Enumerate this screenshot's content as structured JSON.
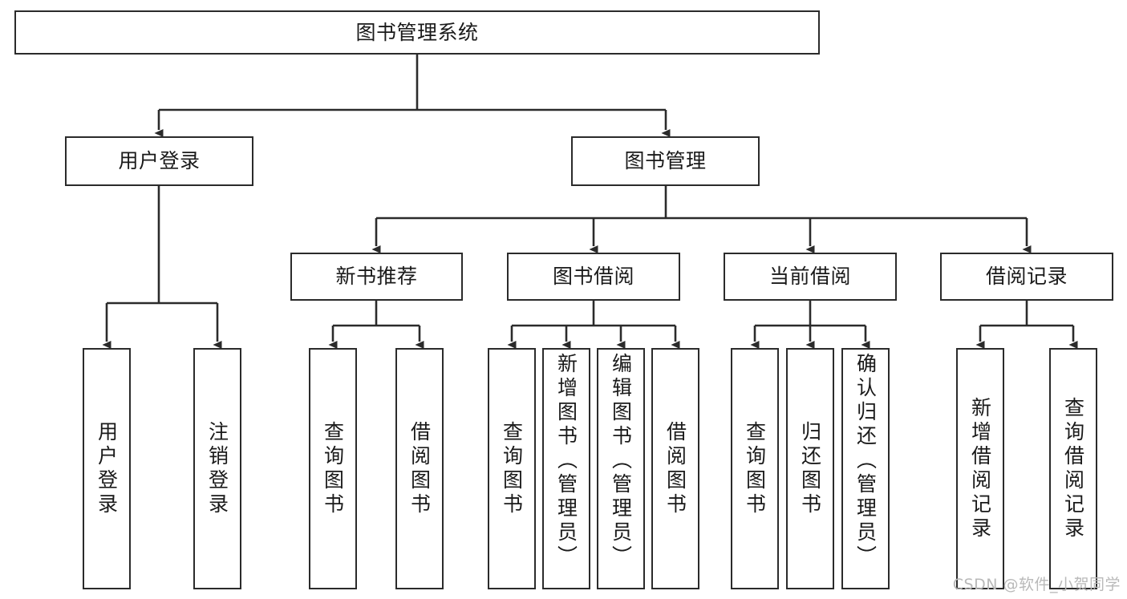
{
  "diagram": {
    "type": "tree-hierarchy-chart",
    "title": "图书管理系统",
    "orientation": "top-down",
    "colors": {
      "box_border": "#2b2b2b",
      "box_fill": "#ffffff",
      "connector": "#2b2b2b",
      "text": "#1a1a1a",
      "watermark": "#b9b9b9",
      "background": "#ffffff"
    }
  },
  "nodes": {
    "root": {
      "label": "图书管理系统"
    },
    "level2": [
      {
        "id": "user-login",
        "label": "用户登录"
      },
      {
        "id": "book-management",
        "label": "图书管理"
      }
    ],
    "level3": [
      {
        "id": "new-book-recommend",
        "label": "新书推荐"
      },
      {
        "id": "book-borrow",
        "label": "图书借阅"
      },
      {
        "id": "current-borrow",
        "label": "当前借阅"
      },
      {
        "id": "borrow-record",
        "label": "借阅记录"
      }
    ],
    "leaves": {
      "user-login": [
        {
          "id": "leaf-user-login",
          "label": "用户登录"
        },
        {
          "id": "leaf-logout-login",
          "label": "注销登录"
        }
      ],
      "new-book-recommend": [
        {
          "id": "leaf-query-book-1",
          "label": "查询图书"
        },
        {
          "id": "leaf-borrow-book-1",
          "label": "借阅图书"
        }
      ],
      "book-borrow": [
        {
          "id": "leaf-query-book-2",
          "label": "查询图书"
        },
        {
          "id": "leaf-add-book-admin",
          "label": "新增图书（管理员）"
        },
        {
          "id": "leaf-edit-book-admin",
          "label": "编辑图书（管理员）"
        },
        {
          "id": "leaf-borrow-book-2",
          "label": "借阅图书"
        }
      ],
      "current-borrow": [
        {
          "id": "leaf-query-book-3",
          "label": "查询图书"
        },
        {
          "id": "leaf-return-book",
          "label": "归还图书"
        },
        {
          "id": "leaf-confirm-return-admin",
          "label": "确认归还（管理员）"
        }
      ],
      "borrow-record": [
        {
          "id": "leaf-add-borrow-record",
          "label": "新增借阅记录"
        },
        {
          "id": "leaf-query-borrow-record",
          "label": "查询借阅记录"
        }
      ]
    }
  },
  "watermark": {
    "text": "CSDN @软件_小贺同学"
  }
}
